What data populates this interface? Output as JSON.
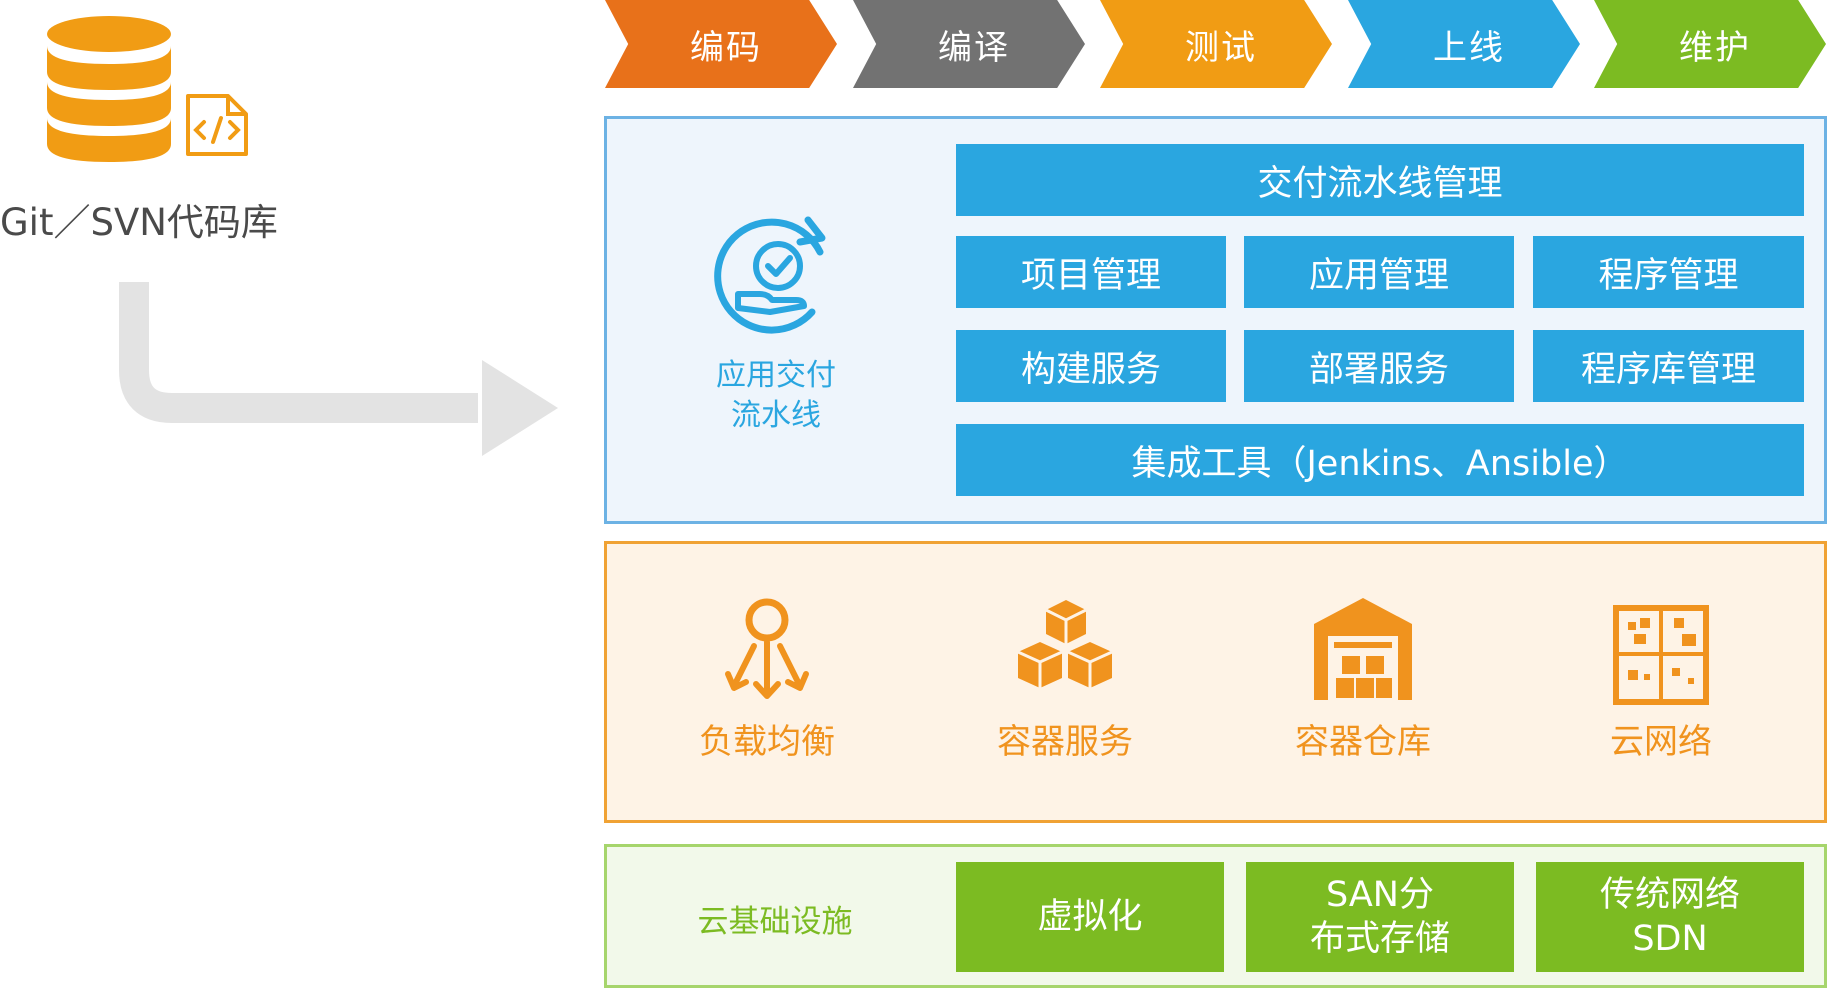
{
  "repository": {
    "label": "Git／SVN代码库",
    "icons": [
      "database-icon",
      "code-file-icon"
    ]
  },
  "stages": [
    {
      "label": "编码",
      "color": "#e8711a"
    },
    {
      "label": "编译",
      "color": "#727272"
    },
    {
      "label": "测试",
      "color": "#f19c14"
    },
    {
      "label": "上线",
      "color": "#2aa6e0"
    },
    {
      "label": "维护",
      "color": "#7cbb22"
    }
  ],
  "delivery_pipeline": {
    "title_line1": "应用交付",
    "title_line2": "流水线",
    "icon": "pipeline-check-icon",
    "header": "交付流水线管理",
    "row1": [
      "项目管理",
      "应用管理",
      "程序管理"
    ],
    "row2": [
      "构建服务",
      "部署服务",
      "程序库管理"
    ],
    "footer": "集成工具（Jenkins、Ansible）"
  },
  "container_services": [
    {
      "label": "负载均衡",
      "icon": "load-balance-icon"
    },
    {
      "label": "容器服务",
      "icon": "container-boxes-icon"
    },
    {
      "label": "容器仓库",
      "icon": "warehouse-icon"
    },
    {
      "label": "云网络",
      "icon": "cloud-network-icon"
    }
  ],
  "infrastructure": {
    "label": "云基础设施",
    "items": [
      {
        "line1": "虚拟化",
        "line2": ""
      },
      {
        "line1": "SAN分",
        "line2": "布式存储"
      },
      {
        "line1": "传统网络",
        "line2": "SDN"
      }
    ]
  },
  "colors": {
    "blue": "#2aa6e0",
    "orange": "#f0931e",
    "green": "#7cbb22",
    "gray_arrow": "#e3e3e3"
  }
}
